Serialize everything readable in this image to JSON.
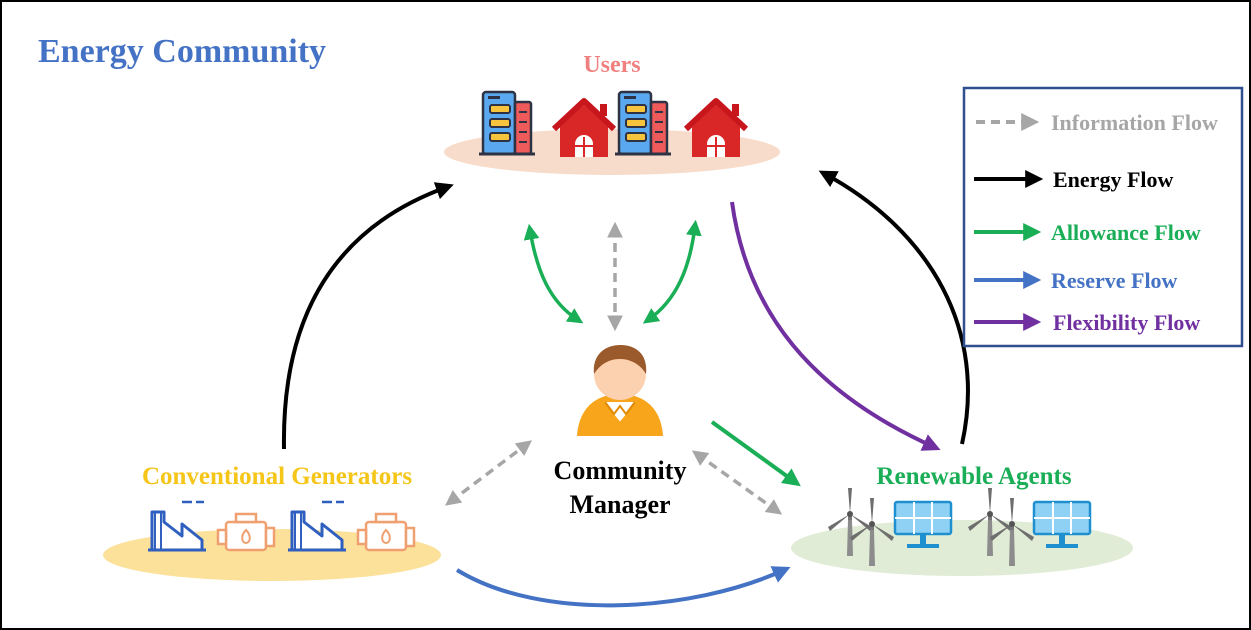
{
  "title": "Energy Community",
  "nodes": {
    "users": "Users",
    "manager_line1": "Community",
    "manager_line2": "Manager",
    "generators": "Conventional Generators",
    "renewables": "Renewable Agents"
  },
  "legend": {
    "items": [
      {
        "label": "Information Flow",
        "color": "#a6a6a6",
        "dashed": true
      },
      {
        "label": "Energy Flow",
        "color": "#000000",
        "dashed": false
      },
      {
        "label": "Allowance Flow",
        "color": "#1aae57",
        "dashed": false
      },
      {
        "label": "Reserve Flow",
        "color": "#4472c4",
        "dashed": false
      },
      {
        "label": "Flexibility Flow",
        "color": "#7030a0",
        "dashed": false
      }
    ]
  },
  "colors": {
    "title": "#4472c4",
    "users": "#f08080",
    "generators": "#f5c518",
    "renewables": "#1aae57",
    "manager": "#000000",
    "info": "#a6a6a6",
    "energy": "#000000",
    "allowance": "#1aae57",
    "reserve": "#4472c4",
    "flexibility": "#7030a0"
  },
  "icons": [
    "apartment-building-icon",
    "house-icon",
    "factory-icon",
    "engine-icon",
    "wind-turbine-icon",
    "solar-panel-icon",
    "person-icon"
  ]
}
